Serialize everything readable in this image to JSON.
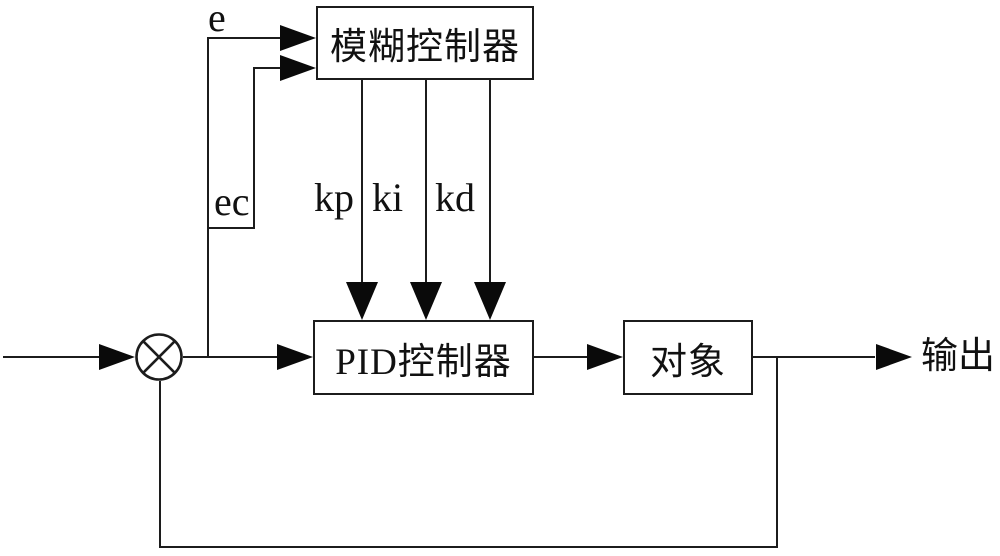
{
  "diagram": {
    "type": "control-system-block-diagram",
    "colors": {
      "background": "#ffffff",
      "line": "#1c1c1c",
      "text": "#111111"
    },
    "blocks": {
      "fuzzy_controller": {
        "label": "模糊控制器"
      },
      "pid_controller": {
        "label": "PID控制器"
      },
      "plant": {
        "label": "对象"
      }
    },
    "signals": {
      "e": "e",
      "ec": "ec",
      "kp": "kp",
      "ki": "ki",
      "kd": "kd",
      "output": "输出"
    },
    "icons": {
      "summing_junction": "circle-with-x",
      "arrowhead": "solid-black-triangle"
    }
  }
}
